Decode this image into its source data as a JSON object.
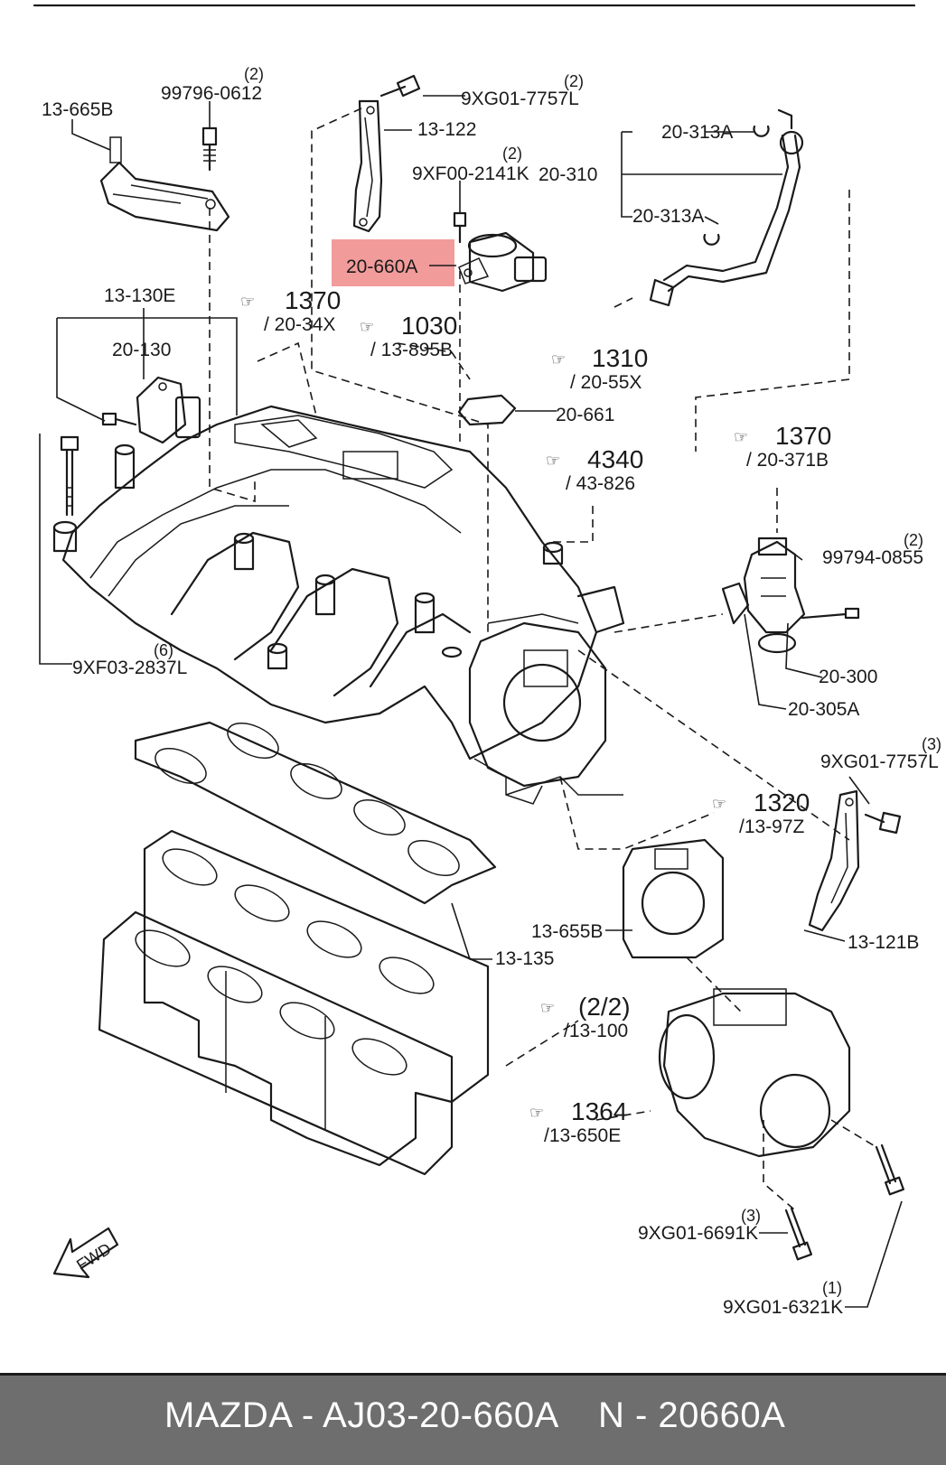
{
  "labels": {
    "l_13_665B": "13-665B",
    "l_99796_0612": "99796-0612",
    "l_q2a": "(2)",
    "l_9XG01_7757L_top": "9XG01-7757L",
    "l_q2b": "(2)",
    "l_13_122": "13-122",
    "l_9XF00_2141K": "9XF00-2141K",
    "l_q2c": "(2)",
    "l_20_313A_top": "20-313A",
    "l_20_310": "20-310",
    "l_20_313A_mid": "20-313A",
    "l_20_660A": "20-660A",
    "l_13_130E": "13-130E",
    "l_20_130": "20-130",
    "l_ref1370a": "1370",
    "l_ref1370a_sub": "/ 20-34X",
    "l_ref1030": "1030",
    "l_ref1030_sub": "/ 13-895B",
    "l_ref1310": "1310",
    "l_ref1310_sub": "/ 20-55X",
    "l_20_661": "20-661",
    "l_ref1370b": "1370",
    "l_ref1370b_sub": "/ 20-371B",
    "l_ref4340": "4340",
    "l_ref4340_sub": "/ 43-826",
    "l_99794_0855": "99794-0855",
    "l_q2d": "(2)",
    "l_9XF03_2837L": "9XF03-2837L",
    "l_q6": "(6)",
    "l_20_300": "20-300",
    "l_20_305A": "20-305A",
    "l_9XG01_7757L_right": "9XG01-7757L",
    "l_q3a": "(3)",
    "l_ref1320": "1320",
    "l_ref1320_sub": "/13-97Z",
    "l_13_655B": "13-655B",
    "l_13_121B": "13-121B",
    "l_13_135": "13-135",
    "l_ref2_2": "(2/2)",
    "l_ref2_2_sub": "/13-100",
    "l_ref1364": "1364",
    "l_ref1364_sub": "/13-650E",
    "l_9XG01_6691K": "9XG01-6691K",
    "l_q3b": "(3)",
    "l_9XG01_6321K": "9XG01-6321K",
    "l_q1": "(1)",
    "l_fwd": "FWD"
  },
  "highlight": {
    "part": "20-660A",
    "color": "#f08a8a"
  },
  "caption": {
    "brand_part": "MAZDA - AJ03-20-660A",
    "ref": "N - 20660A"
  },
  "colors": {
    "caption_bg": "#6e6e6e",
    "caption_text": "#ffffff",
    "ink": "#1a1a1a"
  }
}
